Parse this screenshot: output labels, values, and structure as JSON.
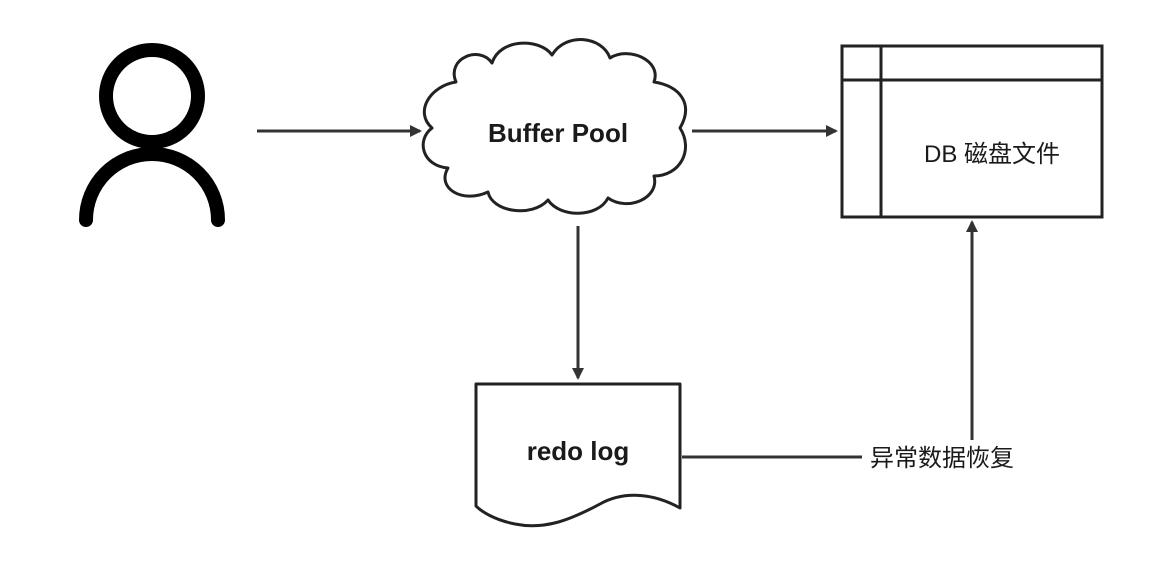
{
  "nodes": {
    "buffer_pool": {
      "label": "Buffer Pool"
    },
    "db_file": {
      "label": "DB 磁盘文件"
    },
    "redo_log": {
      "label": "redo log"
    }
  },
  "edges": {
    "recovery": {
      "label": "异常数据恢复"
    }
  },
  "colors": {
    "stroke": "#1a1a1a",
    "background": "#ffffff"
  }
}
